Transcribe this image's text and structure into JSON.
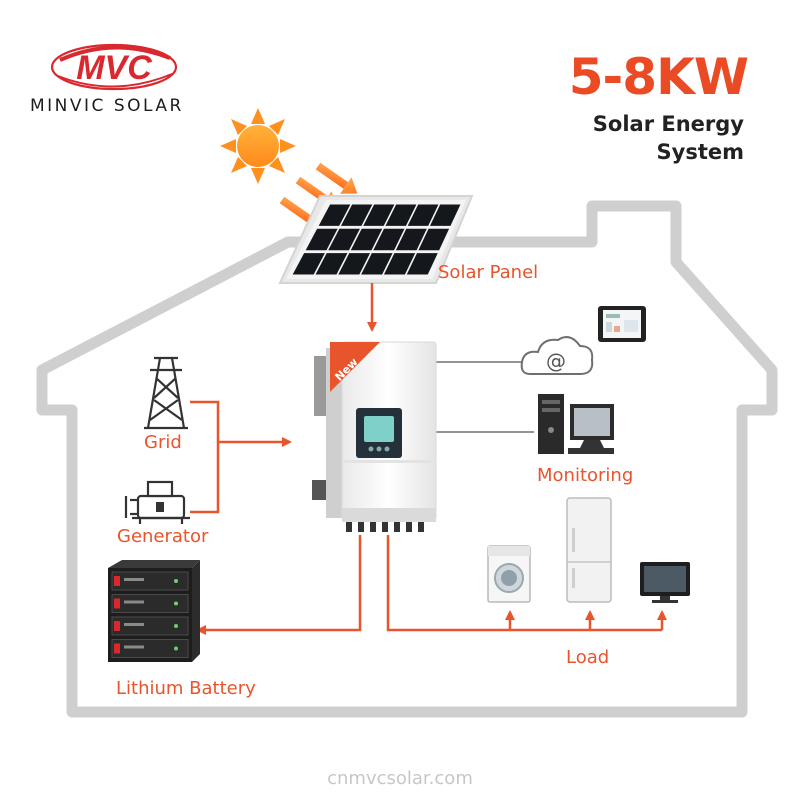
{
  "brand": {
    "logo_text": "MVC",
    "name": "MINVIC SOLAR",
    "accent_color": "#e8542b",
    "logo_color": "#d9292f"
  },
  "headline": {
    "power": "5-8KW",
    "subtitle_line1": "Solar Energy",
    "subtitle_line2": "System"
  },
  "components": {
    "solar_panel": "Solar Panel",
    "grid": "Grid",
    "generator": "Generator",
    "monitoring": "Monitoring",
    "lithium_battery": "Lithium Battery",
    "load": "Load",
    "inverter_badge": "New",
    "cloud_symbol": "@"
  },
  "icons": [
    "sun-icon",
    "solar-panel-icon",
    "inverter-icon",
    "transmission-tower-icon",
    "generator-icon",
    "tablet-icon",
    "cloud-icon",
    "desktop-computer-icon",
    "washing-machine-icon",
    "refrigerator-icon",
    "tv-icon",
    "battery-stack-icon",
    "house-outline-icon"
  ],
  "footer": {
    "website": "cnmvcsolar.com"
  }
}
